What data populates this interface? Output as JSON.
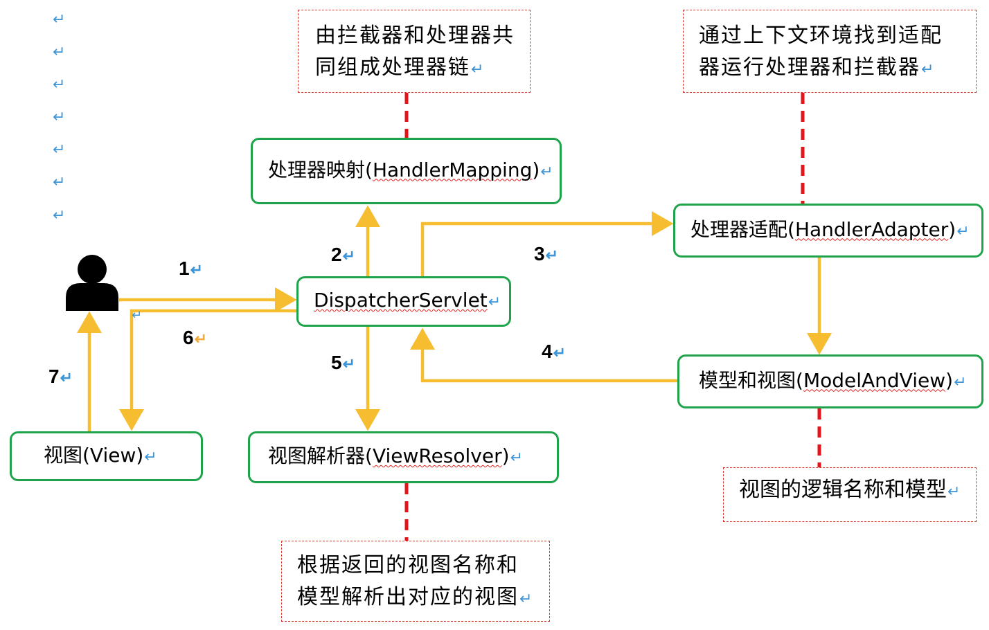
{
  "colors": {
    "arrow": "#f5bd2f",
    "box_border": "#1fa34a",
    "note_border": "#d9342b",
    "connector": "#e4141b",
    "return_mark": "#3d95d8",
    "return_mark_orange": "#f2a93b",
    "user_icon": "#000000"
  },
  "icons": {
    "user": "user-silhouette-icon",
    "return_mark": "↵"
  },
  "boxes": {
    "handler_mapping": {
      "prefix": "处理器映射(",
      "term": "HandlerMapping",
      "suffix": ")"
    },
    "dispatcher": {
      "term": "DispatcherServlet"
    },
    "handler_adapter": {
      "prefix": "处理器适配(",
      "term": "HandlerAdapter",
      "suffix": ")"
    },
    "model_and_view": {
      "prefix": "模型和视图(",
      "term": "ModelAndView",
      "suffix": ")"
    },
    "view_resolver": {
      "prefix": "视图解析器(",
      "term": "ViewResolver",
      "suffix": ")"
    },
    "view": {
      "text": "视图(View)"
    }
  },
  "notes": {
    "mapping_note": {
      "line1": "由拦截器和处理器共",
      "line2": "同组成处理器链"
    },
    "adapter_note": {
      "line1": "通过上下文环境找到适配",
      "line2": "器运行处理器和拦截器"
    },
    "mav_note": {
      "line1": "视图的逻辑名称和模型"
    },
    "resolver_note": {
      "line1": "根据返回的视图名称和",
      "line2": "模型解析出对应的视图"
    }
  },
  "steps": {
    "s1": "1",
    "s2": "2",
    "s3": "3",
    "s4": "4",
    "s5": "5",
    "s6": "6",
    "s7": "7"
  }
}
